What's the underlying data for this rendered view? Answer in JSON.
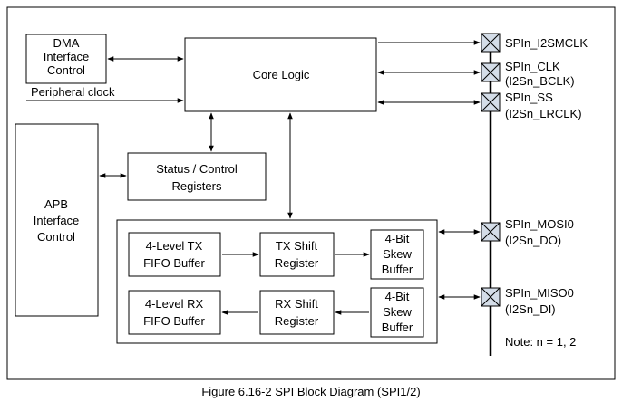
{
  "blocks": {
    "dma": [
      "DMA",
      "Interface",
      "Control"
    ],
    "core": "Core Logic",
    "peripheral_clock": "Peripheral clock",
    "apb": [
      "APB",
      "Interface",
      "Control"
    ],
    "status": [
      "Status / Control",
      "Registers"
    ],
    "tx_fifo": [
      "4-Level TX",
      "FIFO Buffer"
    ],
    "tx_shift": [
      "TX Shift",
      "Register"
    ],
    "tx_skew": [
      "4-Bit",
      "Skew",
      "Buffer"
    ],
    "rx_fifo": [
      "4-Level RX",
      "FIFO Buffer"
    ],
    "rx_shift": [
      "RX Shift",
      "Register"
    ],
    "rx_skew": [
      "4-Bit",
      "Skew",
      "Buffer"
    ]
  },
  "pins": [
    {
      "name": "SPIn_I2SMCLK",
      "alt": ""
    },
    {
      "name": "SPIn_CLK",
      "alt": "(I2Sn_BCLK)"
    },
    {
      "name": "SPIn_SS",
      "alt": "(I2Sn_LRCLK)"
    },
    {
      "name": "SPIn_MOSI0",
      "alt": "(I2Sn_DO)"
    },
    {
      "name": "SPIn_MISO0",
      "alt": "(I2Sn_DI)"
    }
  ],
  "note": "Note: n = 1, 2",
  "caption": "Figure 6.16-2 SPI Block Diagram (SPI1/2)"
}
